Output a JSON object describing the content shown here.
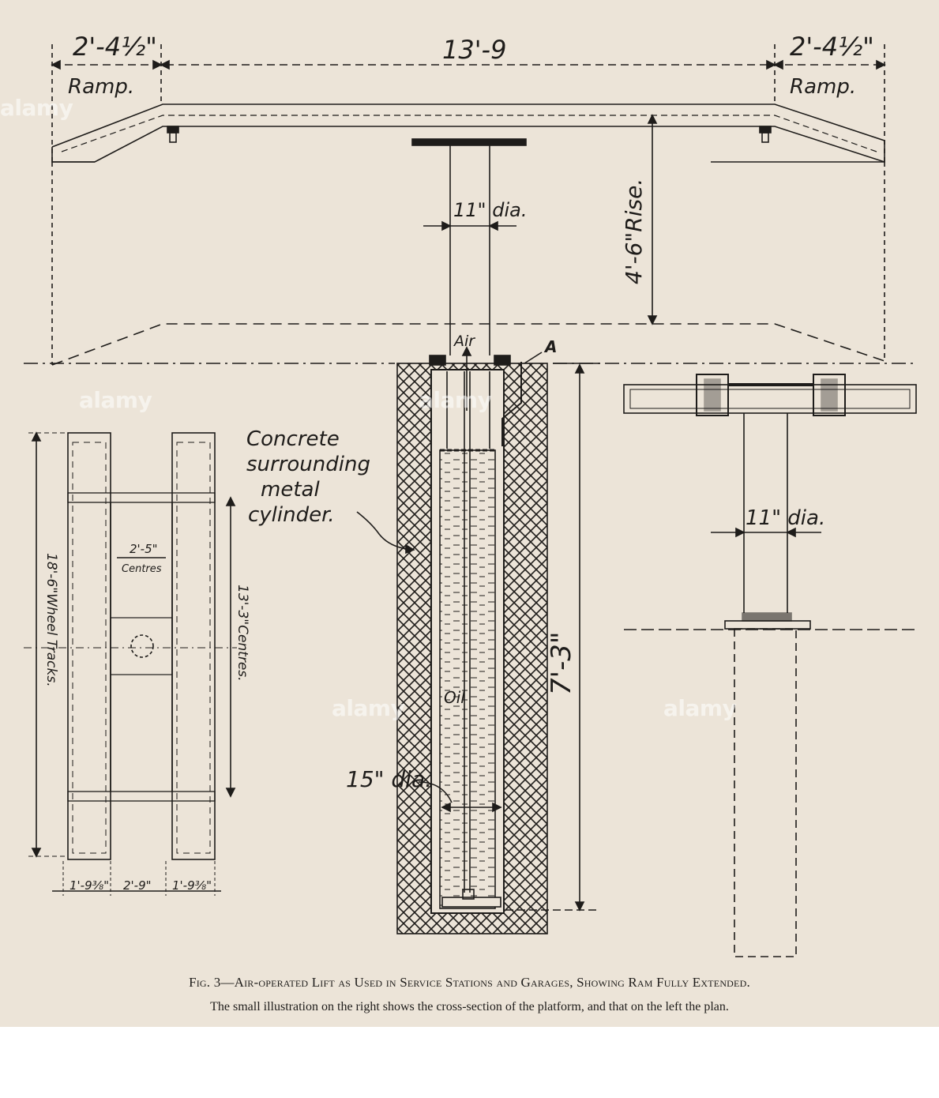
{
  "labels": {
    "top_left_dim": "2'-4½\"",
    "top_center_dim": "13'-9",
    "top_right_dim": "2'-4½\"",
    "ramp_left": "Ramp.",
    "ramp_right": "Ramp.",
    "rise": "4'-6\"Rise.",
    "ram_dia_top": "11\" dia.",
    "air": "Air",
    "point_a": "A",
    "concrete_l1": "Concrete",
    "concrete_l2": "surrounding",
    "concrete_l3": "metal",
    "concrete_l4": "cylinder.",
    "oil": "Oil",
    "cyl_dia": "15\" dia.",
    "depth": "7'-3\"",
    "section_dia": "11\" dia.",
    "plan_centres_l1": "2'-5\"",
    "plan_centres_l2": "Centres",
    "wheel_tracks": "18'-6\"Wheel Tracks.",
    "plan_centres_v": "13'-3\"Centres.",
    "plan_dim_1": "1'-9⅜\"",
    "plan_dim_2": "2'-9\"",
    "plan_dim_3": "1'-9⅜\""
  },
  "caption": {
    "title": "Fig. 3—Air-operated Lift as Used in Service Stations and Garages, Showing Ram Fully Extended.",
    "subtitle": "The small illustration on the right shows the cross-section of the platform, and that on the left the plan."
  },
  "watermark": "alamy",
  "colors": {
    "paper": "#ece4d8",
    "ink": "#1e1c1a"
  }
}
